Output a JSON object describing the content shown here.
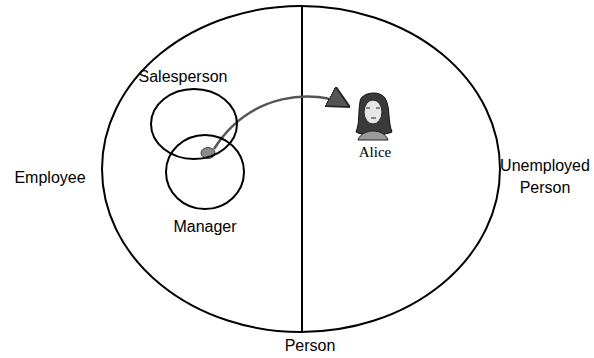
{
  "diagram": {
    "nodes": [
      {
        "text": [
          "Person"
        ]
      },
      {
        "text": [
          "Employee"
        ],
        "in": 0
      },
      {
        "text": [
          "Unemployed Person"
        ],
        "in": 0
      },
      {
        "text": [
          "Salesperson"
        ],
        "in": 1
      },
      {
        "text": [
          "Manager"
        ],
        "in": 1
      }
    ],
    "labels": [
      "Alice"
    ]
  }
}
